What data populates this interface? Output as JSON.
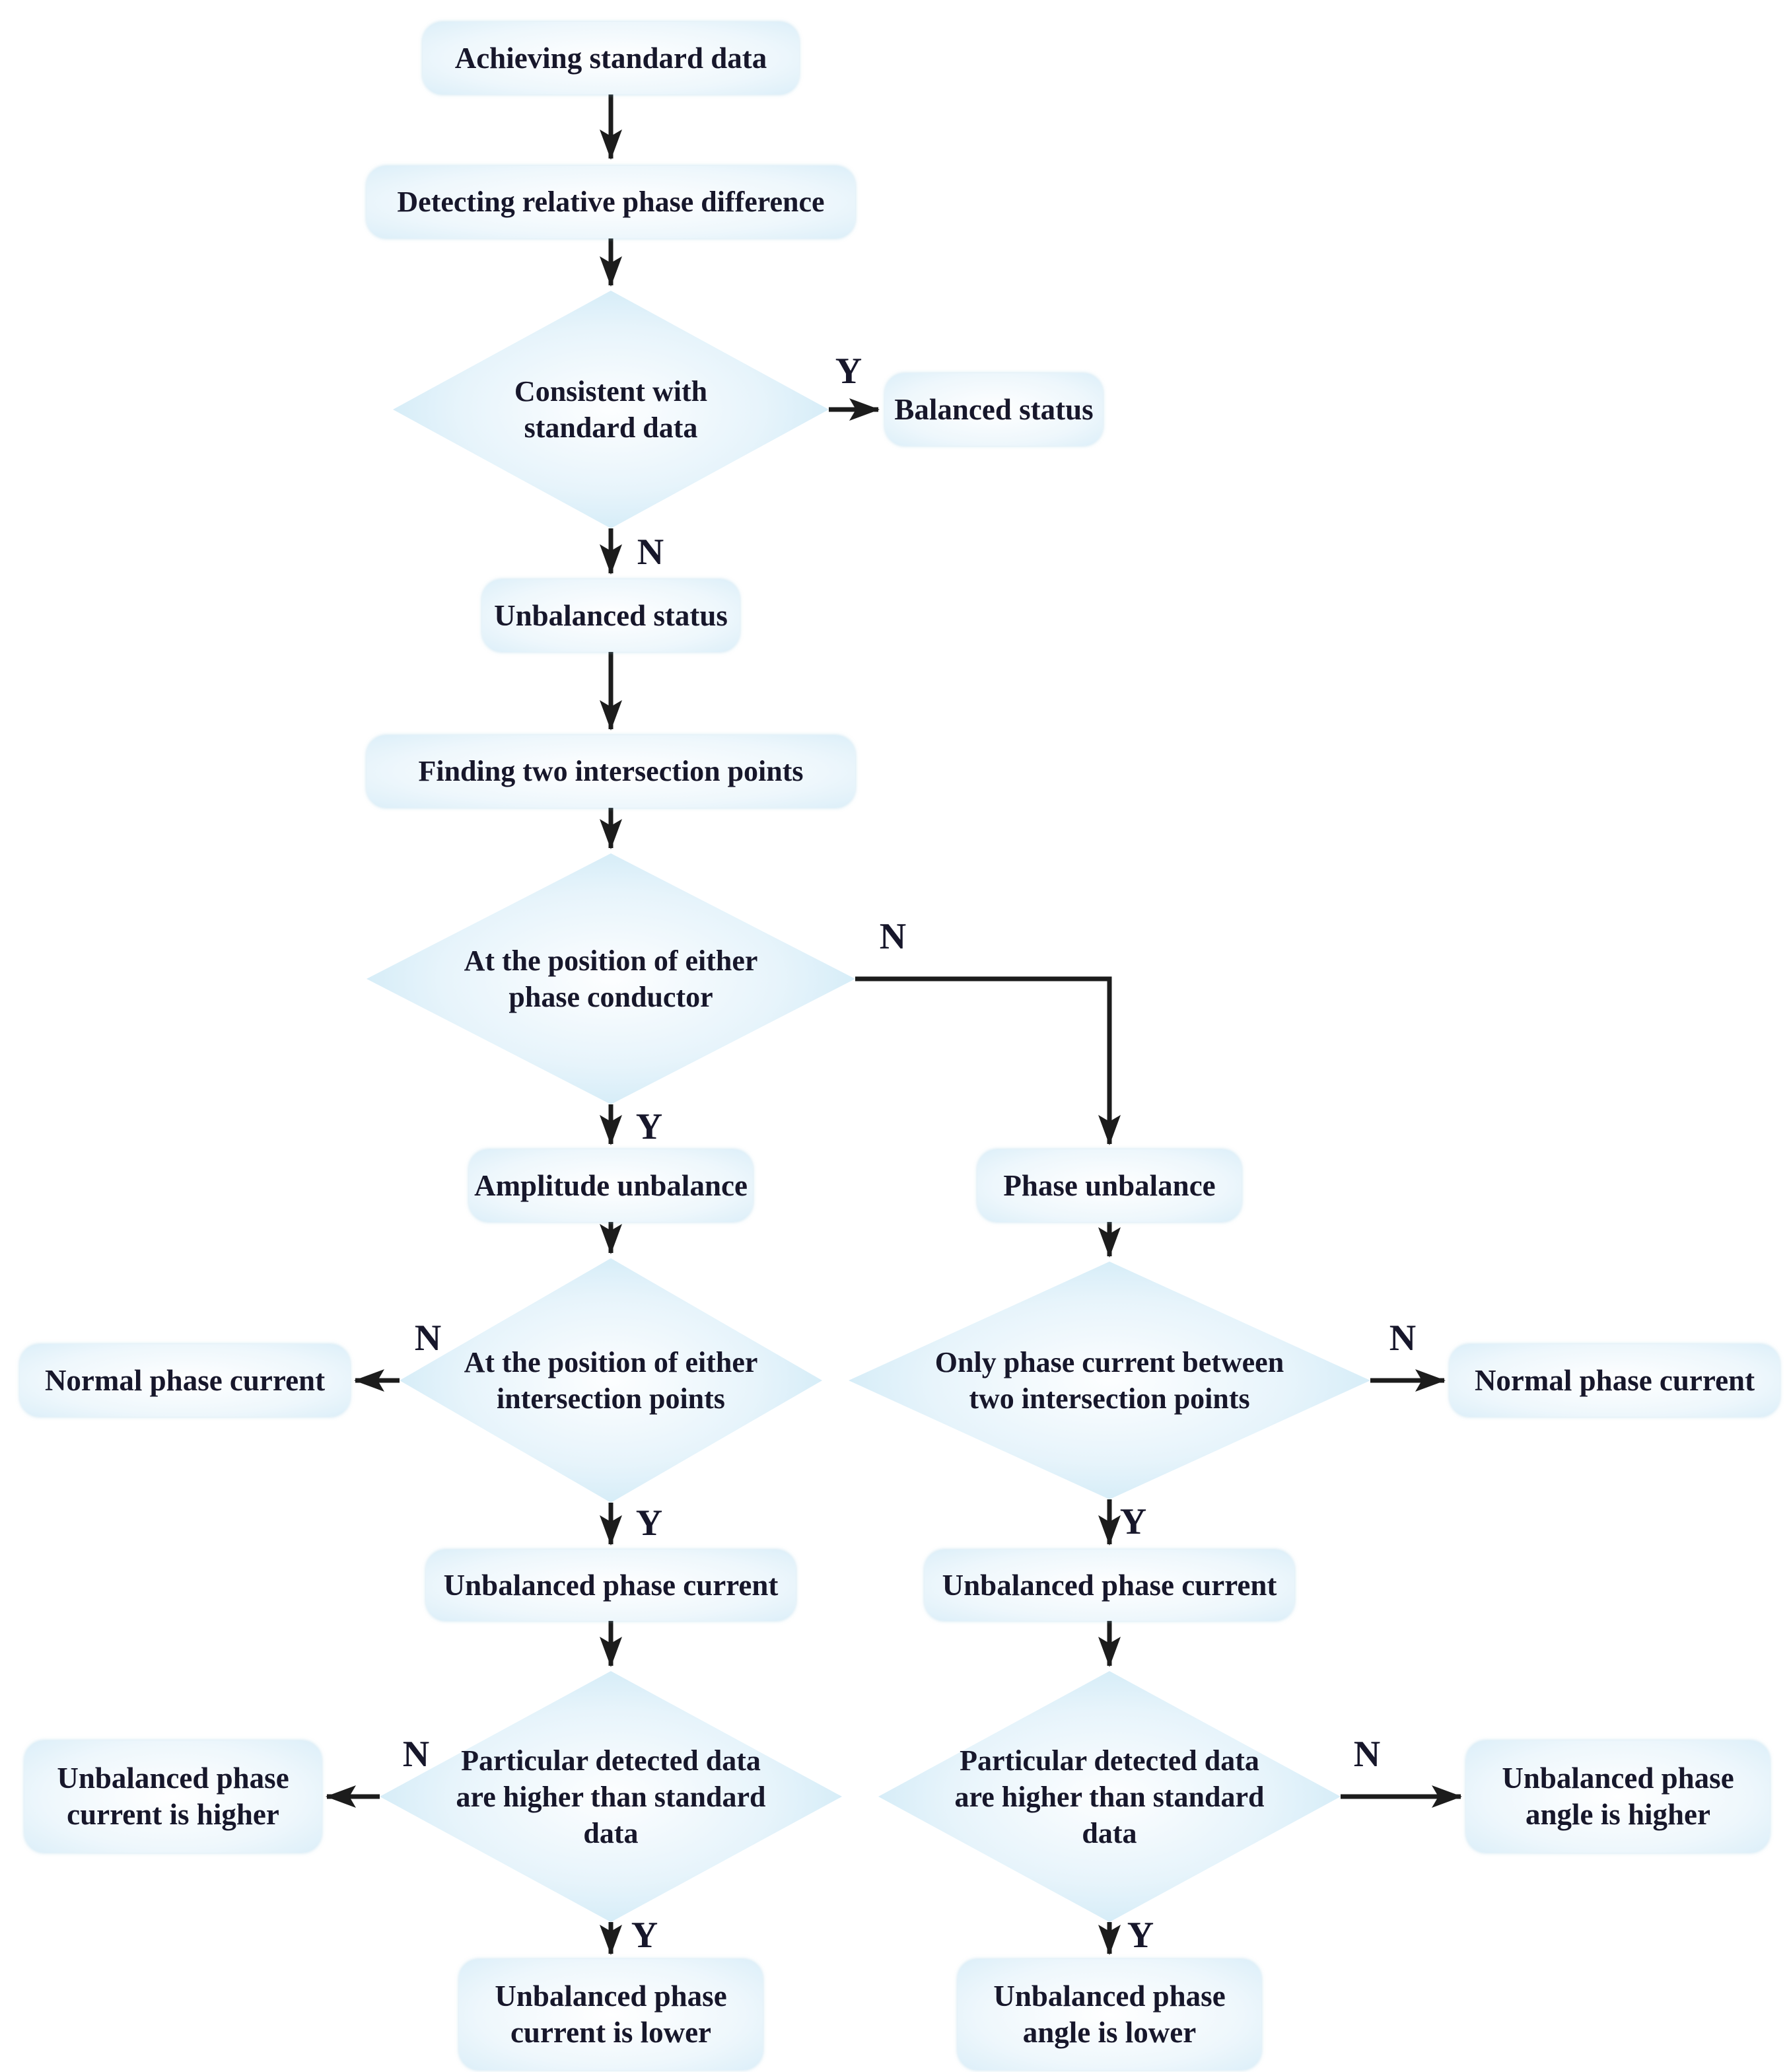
{
  "background": "#ffffff",
  "palette": {
    "shape_edge_blue": "#a7d8ee",
    "shape_mid_blue": "#e7f4fb",
    "shape_center_white": "#fdfeff",
    "arrow_color": "#1c1c1c",
    "text_color": "#17172b"
  },
  "nodes": {
    "achieving": {
      "shape": "process",
      "label": "Achieving standard data"
    },
    "detecting": {
      "shape": "process",
      "label": "Detecting relative phase difference"
    },
    "consistent": {
      "shape": "decision",
      "label": "Consistent with\nstandard data"
    },
    "balanced": {
      "shape": "process",
      "label": "Balanced status"
    },
    "unbalanced": {
      "shape": "process",
      "label": "Unbalanced status"
    },
    "finding": {
      "shape": "process",
      "label": "Finding two intersection points"
    },
    "position_conductor": {
      "shape": "decision",
      "label": "At the position of either\nphase conductor"
    },
    "amplitude_unbalance": {
      "shape": "process",
      "label": "Amplitude unbalance"
    },
    "phase_unbalance": {
      "shape": "process",
      "label": "Phase unbalance"
    },
    "position_intersection": {
      "shape": "decision",
      "label": "At the position of either\nintersection points"
    },
    "normal_current_left": {
      "shape": "process",
      "label": "Normal phase current"
    },
    "only_phase_current": {
      "shape": "decision",
      "label": "Only phase current between\ntwo intersection points"
    },
    "normal_current_right": {
      "shape": "process",
      "label": "Normal phase current"
    },
    "unbalanced_current_left": {
      "shape": "process",
      "label": "Unbalanced phase current"
    },
    "unbalanced_current_right": {
      "shape": "process",
      "label": "Unbalanced phase current"
    },
    "detected_higher_left": {
      "shape": "decision",
      "label": "Particular detected data\nare higher than standard\ndata"
    },
    "current_higher": {
      "shape": "process",
      "label": "Unbalanced phase\ncurrent is higher"
    },
    "detected_higher_right": {
      "shape": "decision",
      "label": "Particular detected data\nare higher than standard\ndata"
    },
    "angle_higher": {
      "shape": "process",
      "label": "Unbalanced phase\nangle is higher"
    },
    "current_lower": {
      "shape": "process",
      "label": "Unbalanced phase\ncurrent is lower"
    },
    "angle_lower": {
      "shape": "process",
      "label": "Unbalanced phase\nangle is lower"
    }
  },
  "edge_labels": {
    "consistent_yes": "Y",
    "consistent_no": "N",
    "conductor_no": "N",
    "conductor_yes": "Y",
    "intersection_no": "N",
    "intersection_yes": "Y",
    "only_no": "N",
    "only_yes": "Y",
    "higher_left_no": "N",
    "higher_left_yes": "Y",
    "higher_right_no": "N",
    "higher_right_yes": "Y"
  }
}
